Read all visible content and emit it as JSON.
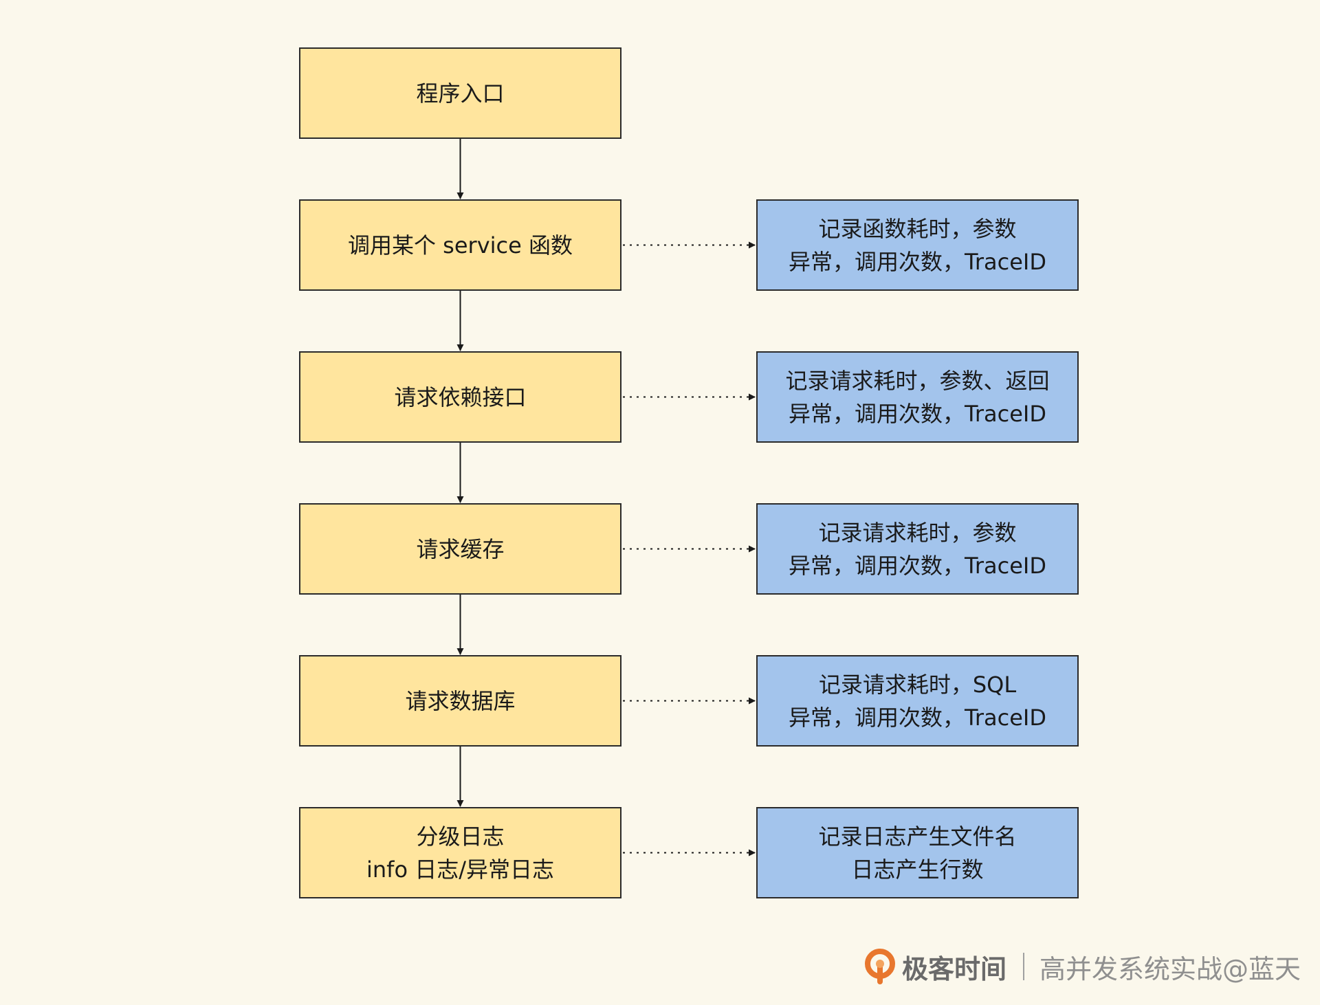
{
  "steps": [
    {
      "lines": [
        "程序入口"
      ]
    },
    {
      "lines": [
        "调用某个 service 函数"
      ]
    },
    {
      "lines": [
        "请求依赖接口"
      ]
    },
    {
      "lines": [
        "请求缓存"
      ]
    },
    {
      "lines": [
        "请求数据库"
      ]
    },
    {
      "lines": [
        "分级日志",
        "info 日志/异常日志"
      ]
    }
  ],
  "notes": [
    {
      "lines": [
        "记录函数耗时，参数",
        "异常，调用次数，TraceID"
      ]
    },
    {
      "lines": [
        "记录请求耗时，参数、返回",
        "异常，调用次数，TraceID"
      ]
    },
    {
      "lines": [
        "记录请求耗时，参数",
        "异常，调用次数，TraceID"
      ]
    },
    {
      "lines": [
        "记录请求耗时，SQL",
        "异常，调用次数，TraceID"
      ]
    },
    {
      "lines": [
        "记录日志产生文件名",
        "日志产生行数"
      ]
    }
  ],
  "footer": {
    "brand": "极客时间",
    "slogan": "高并发系统实战@蓝天"
  },
  "colors": {
    "step_fill": "#ffe59e",
    "note_fill": "#a3c4ec",
    "background": "#fbf8ec",
    "logo_orange": "#e8772e"
  },
  "icons": {
    "logo": "geektime-logo-icon"
  }
}
